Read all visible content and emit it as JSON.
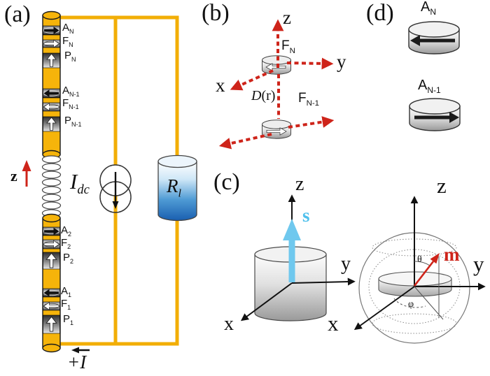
{
  "colors": {
    "wire_yellow": "#F2AE06",
    "pillar_yellow": "#F6B40A",
    "arrow_red": "#CE241A",
    "spin_cyan": "#6FC8EE",
    "resistor_blue": "#1A5FB0"
  },
  "panel_a": {
    "label": "(a)",
    "z_axis_label": "z",
    "current_source_label": {
      "base": "I",
      "sub": "dc"
    },
    "resistor_label": {
      "base": "R",
      "sub": "l"
    },
    "input_current_label": "+I",
    "stack": [
      {
        "base": "A",
        "sub": "N"
      },
      {
        "base": "F",
        "sub": "N"
      },
      {
        "base": "P",
        "sub": "N"
      },
      {
        "base": "A",
        "sub": "N-1"
      },
      {
        "base": "F",
        "sub": "N-1"
      },
      {
        "base": "P",
        "sub": "N-1"
      },
      {
        "base": "A",
        "sub": "2"
      },
      {
        "base": "F",
        "sub": "2"
      },
      {
        "base": "P",
        "sub": "2"
      },
      {
        "base": "A",
        "sub": "1"
      },
      {
        "base": "F",
        "sub": "1"
      },
      {
        "base": "P",
        "sub": "1"
      }
    ]
  },
  "panel_b": {
    "label": "(b)",
    "axes": {
      "x": "x",
      "y": "y",
      "z": "z"
    },
    "upper_disk_label": {
      "base": "F",
      "sub": "N"
    },
    "lower_disk_label": {
      "base": "F",
      "sub": "N-1"
    },
    "coupling_label": {
      "base": "D",
      "rest": "(r)"
    }
  },
  "panel_c": {
    "label": "(c)",
    "left": {
      "axes": {
        "x": "x",
        "y": "y",
        "z": "z"
      },
      "spin_label": "s"
    },
    "right": {
      "axes": {
        "x": "x",
        "y": "y",
        "z": "z"
      },
      "moment_label": "m",
      "theta_label": "θ",
      "phi_label": "φ"
    }
  },
  "panel_d": {
    "label": "(d)",
    "top_disk_label": {
      "base": "A",
      "sub": "N"
    },
    "bottom_disk_label": {
      "base": "A",
      "sub": "N-1"
    }
  }
}
